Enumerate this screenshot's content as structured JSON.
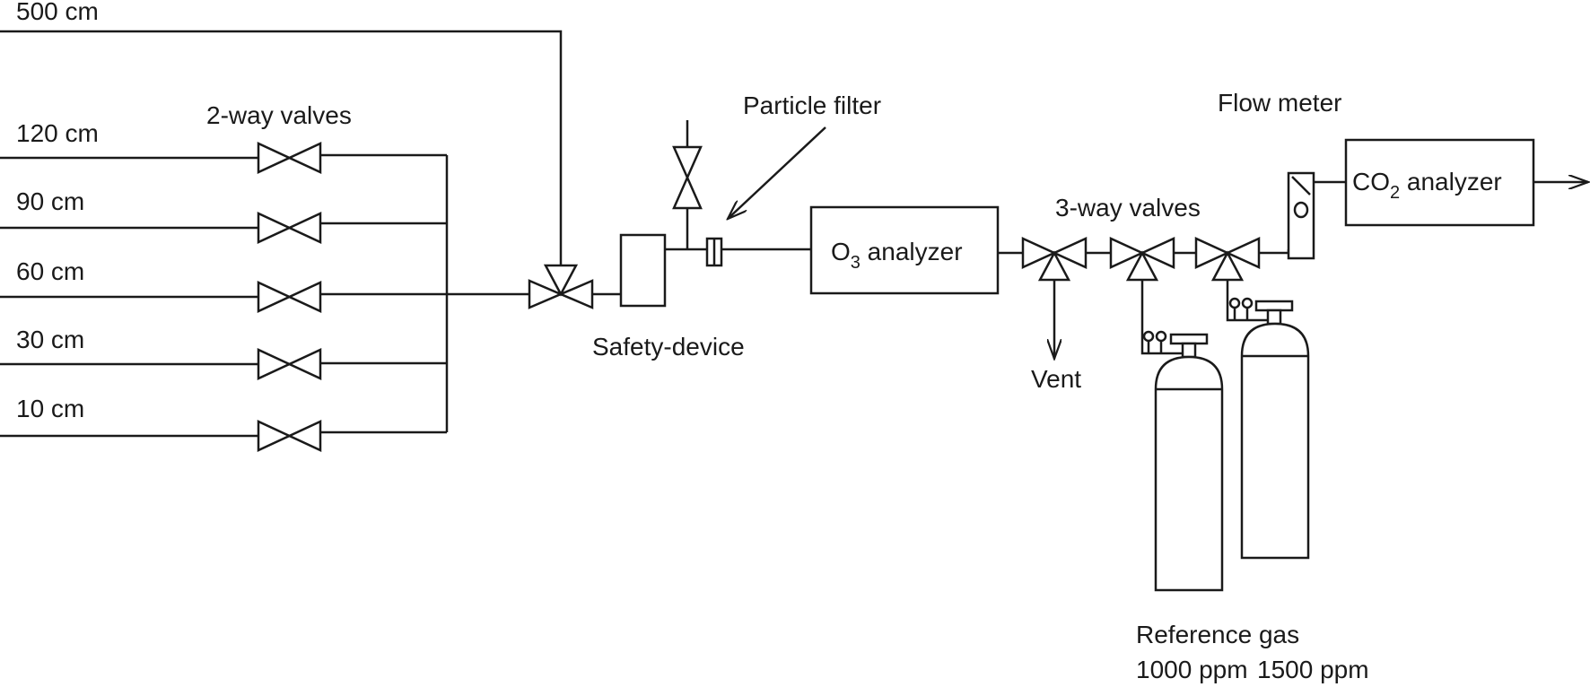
{
  "labels": {
    "h500": "500 cm",
    "h120": "120 cm",
    "h90": "90 cm",
    "h60": "60 cm",
    "h30": "30 cm",
    "h10": "10 cm",
    "two_way_valves": "2-way valves",
    "safety_device": "Safety-device",
    "particle_filter": "Particle filter",
    "o3_analyzer_prefix": "O",
    "o3_analyzer_sub": "3",
    "o3_analyzer_suffix": " analyzer",
    "three_way_valves": "3-way valves",
    "vent": "Vent",
    "flow_meter": "Flow meter",
    "co2_analyzer_prefix": "CO",
    "co2_analyzer_sub": "2",
    "co2_analyzer_suffix": " analyzer",
    "reference_gas": "Reference gas",
    "ppm_1000": "1000 ppm",
    "ppm_1500": "1500 ppm"
  }
}
